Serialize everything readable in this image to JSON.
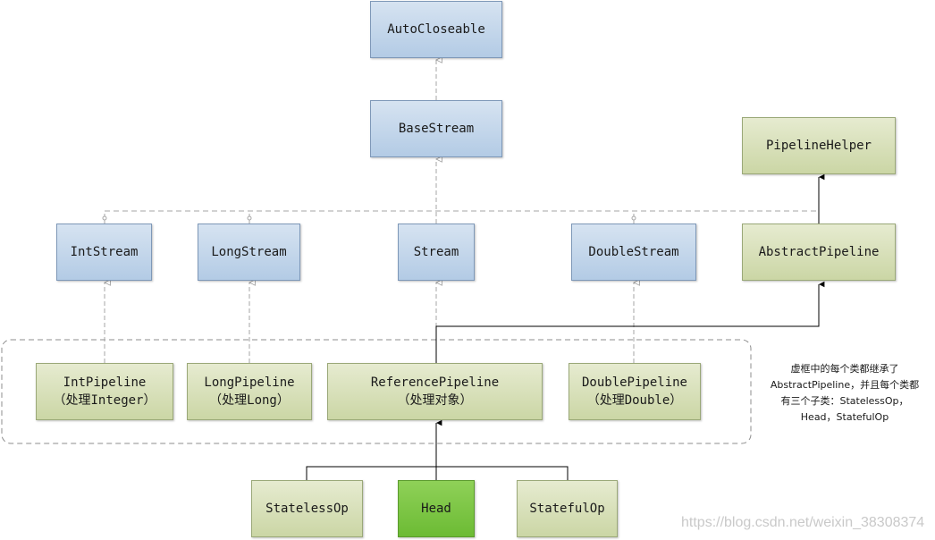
{
  "nodes": {
    "autocloseable": "AutoCloseable",
    "basestream": "BaseStream",
    "pipelinehelper": "PipelineHelper",
    "intstream": "IntStream",
    "longstream": "LongStream",
    "stream": "Stream",
    "doublestream": "DoubleStream",
    "abstractpipeline": "AbstractPipeline",
    "intpipeline": [
      "IntPipeline",
      "（处理Integer）"
    ],
    "longpipeline": [
      "LongPipeline",
      "（处理Long）"
    ],
    "referencepipeline": [
      "ReferencePipeline",
      "（处理对象）"
    ],
    "doublepipeline": [
      "DoublePipeline",
      "（处理Double）"
    ],
    "statelessop": "StatelessOp",
    "head": "Head",
    "statefulop": "StatefulOp"
  },
  "note": [
    "虚框中的每个类都继承了",
    "AbstractPipeline，并且每个类都",
    "有三个子类：StatelessOp，",
    "Head，StatefulOp"
  ],
  "watermark": "https://blog.csdn.net/weixin_38308374",
  "colors": {
    "interface_fill": "#b3cbe5",
    "class_fill": "#cbd6a5",
    "head_fill": "#6cbb34",
    "connector_dashed": "#a6a6a6",
    "connector_solid": "#000000"
  }
}
